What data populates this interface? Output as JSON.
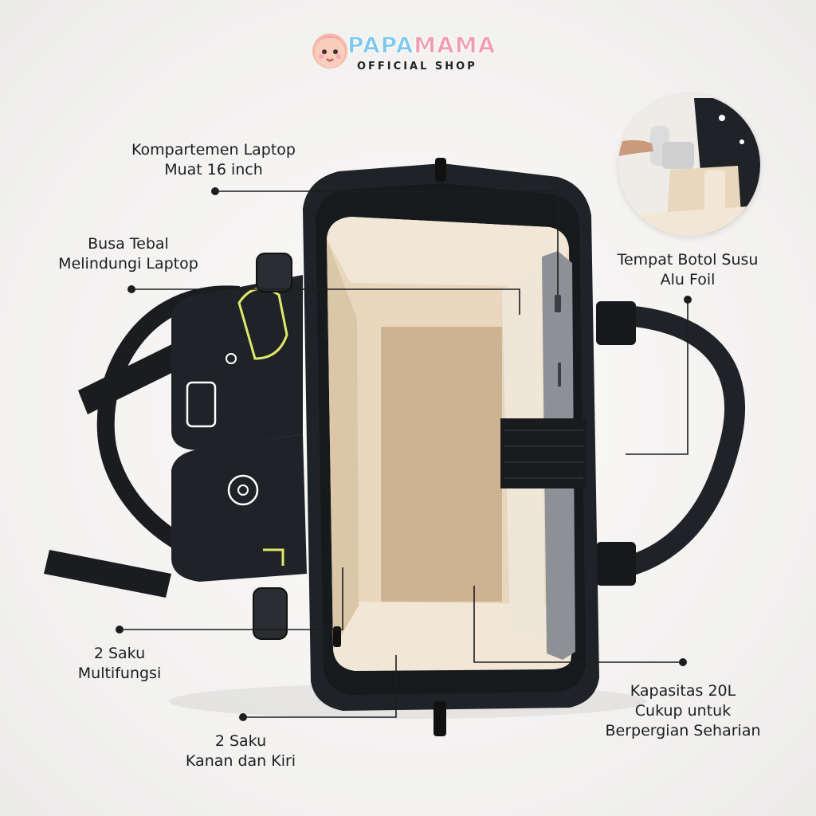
{
  "brand": {
    "name_part1": "PAPA",
    "name_part2": "MAMA",
    "subtitle": "OFFICIAL SHOP",
    "colors": {
      "blue": "#7ec8ef",
      "pink": "#f39ab5"
    }
  },
  "product": {
    "bag_color": "#1f2327",
    "lining_color": "#e8d6bd",
    "pattern_accent": "#dfe86a"
  },
  "callouts": [
    {
      "id": "laptop-compartment",
      "lines": [
        "Kompartemen Laptop",
        "Muat 16 inch"
      ]
    },
    {
      "id": "foam-padding",
      "lines": [
        "Busa Tebal",
        "Melindungi Laptop"
      ]
    },
    {
      "id": "bottle-holder",
      "lines": [
        "Tempat Botol Susu",
        "Alu Foil"
      ]
    },
    {
      "id": "multi-pockets",
      "lines": [
        "2 Saku",
        "Multifungsi"
      ]
    },
    {
      "id": "capacity",
      "lines": [
        "Kapasitas 20L",
        "Cukup untuk",
        "Berpergian Seharian"
      ]
    },
    {
      "id": "side-pockets",
      "lines": [
        "2 Saku",
        "Kanan dan Kiri"
      ]
    }
  ]
}
